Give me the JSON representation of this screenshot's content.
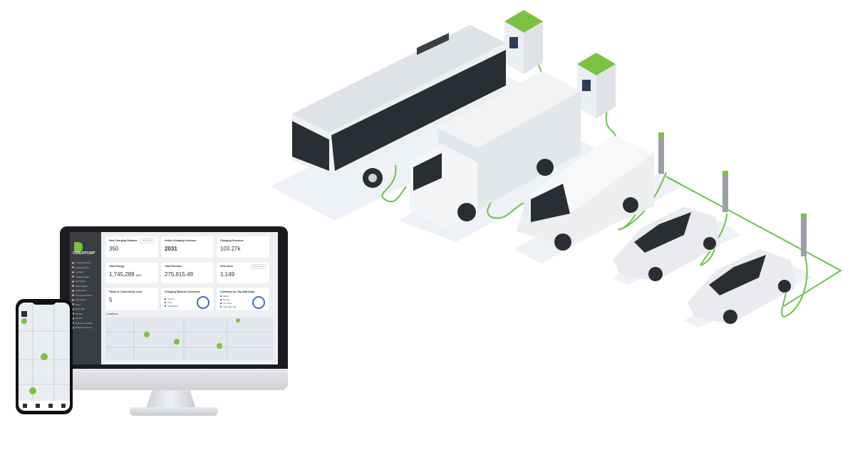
{
  "brand": {
    "logo_text": "OWERPUMP",
    "accent_color": "#7cc242"
  },
  "dashboard": {
    "nav_items": [
      "Charging Stations",
      "Charging Zones",
      "Locations",
      "Location Images",
      "QR Stickers",
      "Authorizations",
      "Reservations",
      "Charging Sessions",
      "Transactions",
      "Users",
      "RFID Tags",
      "Vendors",
      "Partners",
      "Revenue & Statistic",
      "Settlement Reports"
    ],
    "cards": [
      {
        "title": "New Charging Stations",
        "value": "350",
        "bold": false
      },
      {
        "title": "Active Charging Sessions",
        "value": "2031",
        "bold": true
      },
      {
        "title": "Charging Sessions",
        "value": "103.27k",
        "bold": false
      },
      {
        "title": "Total Energy",
        "value": "1,745,289",
        "unit": "kWh",
        "bold": false
      },
      {
        "title": "Total Revenue",
        "value": "275,815.49",
        "bold": false
      },
      {
        "title": "New users",
        "value": "1,149",
        "bold": false
      },
      {
        "title": "Faults & Connectivity Loss",
        "value": "5",
        "bold": false
      }
    ],
    "connector_card": {
      "title": "Charging Stations Connector",
      "items": [
        "J1772",
        "CCS",
        "CHAdeMO"
      ]
    },
    "city_card": {
      "title": "Locations by City (489 total)",
      "items": [
        "Miami",
        "Denver",
        "St. Louis",
        "Salt Lake City"
      ]
    },
    "locations_title": "Locations",
    "pill_label": "Month to date"
  }
}
